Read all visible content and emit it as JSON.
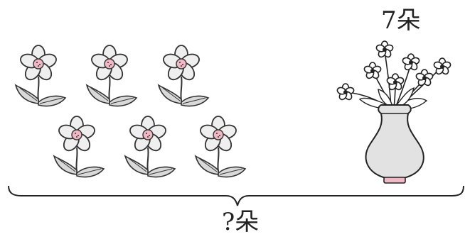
{
  "vase_label": "7朵",
  "total_label": "?朵",
  "loose_flower_count": 6,
  "vase_flower_count": 7,
  "colors": {
    "petal": "#efefef",
    "center": "#f0b8c4",
    "leaf": "#d9d9d9",
    "outline": "#333333",
    "vase": "#e2e2e2",
    "vase_base": "#f0b8c4",
    "vase_flower": "#ffffff"
  }
}
